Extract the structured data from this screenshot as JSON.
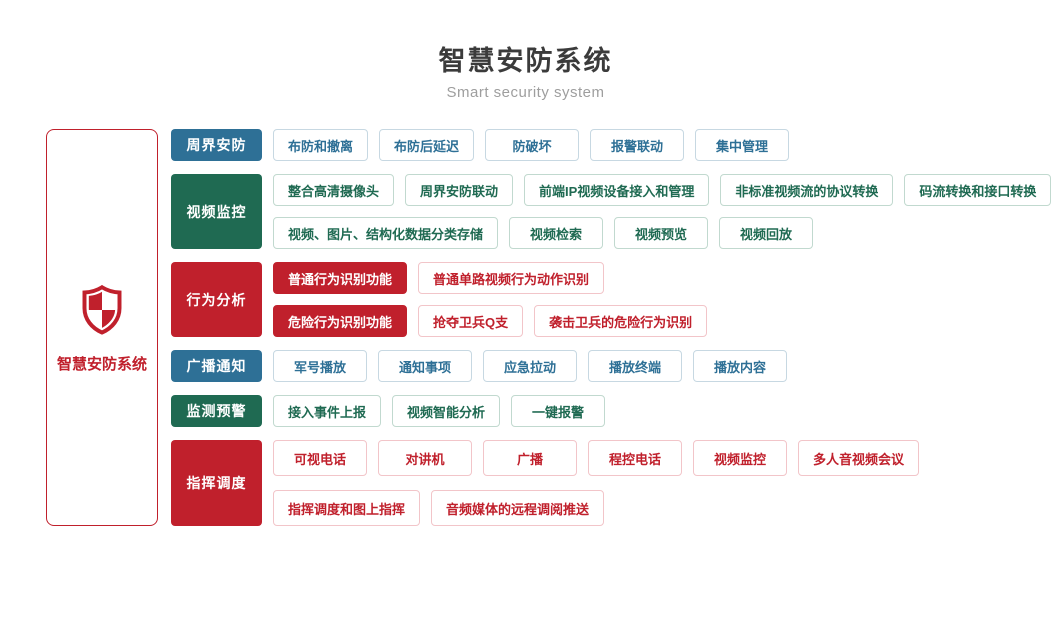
{
  "header": {
    "title": "智慧安防系统",
    "subtitle": "Smart security system"
  },
  "left_panel": {
    "label": "智慧安防系统",
    "icon": "shield-checkered-icon"
  },
  "colors": {
    "blue": "#2e7096",
    "green": "#1f6a52",
    "red": "#c0202c",
    "chip_border_blue": "#c7d8e2",
    "chip_border_green": "#c1d9cf",
    "chip_border_red": "#f2c5c9",
    "title_text": "#3b3b3b",
    "subtitle_text": "#9e9e9e"
  },
  "rows": [
    {
      "id": "perimeter",
      "category": "周界安防",
      "color": "blue",
      "lines": [
        [
          {
            "label": "布防和撤离"
          },
          {
            "label": "布防后延迟"
          },
          {
            "label": "防破坏"
          },
          {
            "label": "报警联动"
          },
          {
            "label": "集中管理"
          }
        ]
      ]
    },
    {
      "id": "video",
      "category": "视频监控",
      "color": "green",
      "lines": [
        [
          {
            "label": "整合高清摄像头"
          },
          {
            "label": "周界安防联动"
          },
          {
            "label": "前端IP视频设备接入和管理"
          },
          {
            "label": "非标准视频流的协议转换"
          },
          {
            "label": "码流转换和接口转换"
          }
        ],
        [
          {
            "label": "视频、图片、结构化数据分类存储"
          },
          {
            "label": "视频检索"
          },
          {
            "label": "视频预览"
          },
          {
            "label": "视频回放"
          }
        ]
      ]
    },
    {
      "id": "behavior",
      "category": "行为分析",
      "color": "red",
      "lines": [
        [
          {
            "label": "普通行为识别功能",
            "filled": true
          },
          {
            "label": "普通单路视频行为动作识别"
          }
        ],
        [
          {
            "label": "危险行为识别功能",
            "filled": true
          },
          {
            "label": "抢夺卫兵Q支"
          },
          {
            "label": "袭击卫兵的危险行为识别"
          }
        ]
      ]
    },
    {
      "id": "broadcast",
      "category": "广播通知",
      "color": "blue",
      "lines": [
        [
          {
            "label": "军号播放"
          },
          {
            "label": "通知事项"
          },
          {
            "label": "应急拉动"
          },
          {
            "label": "播放终端"
          },
          {
            "label": "播放内容"
          }
        ]
      ]
    },
    {
      "id": "monitor",
      "category": "监测预警",
      "color": "green",
      "lines": [
        [
          {
            "label": "接入事件上报"
          },
          {
            "label": "视频智能分析"
          },
          {
            "label": "一键报警"
          }
        ]
      ]
    },
    {
      "id": "dispatch",
      "category": "指挥调度",
      "color": "red",
      "lines": [
        [
          {
            "label": "可视电话"
          },
          {
            "label": "对讲机"
          },
          {
            "label": "广播"
          },
          {
            "label": "程控电话"
          },
          {
            "label": "视频监控"
          },
          {
            "label": "多人音视频会议"
          }
        ],
        [
          {
            "label": "指挥调度和图上指挥"
          },
          {
            "label": "音频媒体的远程调阅推送"
          }
        ]
      ]
    }
  ]
}
